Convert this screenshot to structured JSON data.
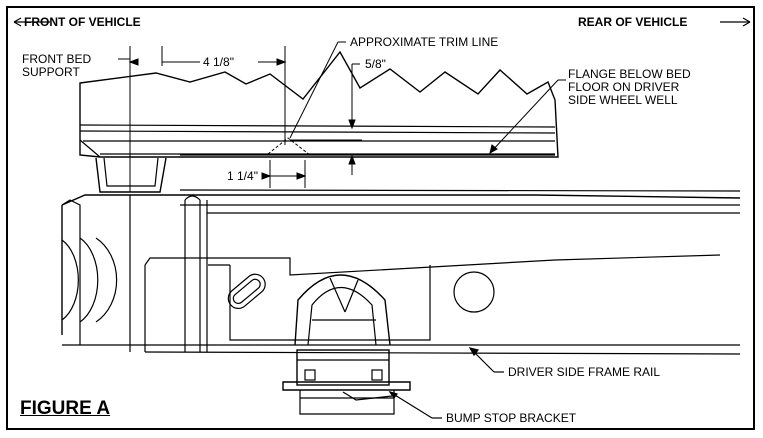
{
  "header": {
    "front": "FRONT OF VEHICLE",
    "rear": "REAR OF VEHICLE"
  },
  "labels": {
    "front_bed_support_line1": "FRONT BED",
    "front_bed_support_line2": "SUPPORT",
    "trim_line": "APPROXIMATE TRIM LINE",
    "dim_4_1_8": "4 1/8\"",
    "dim_5_8": "5/8\"",
    "dim_1_1_4": "1 1/4\"",
    "flange_line1": "FLANGE BELOW BED",
    "flange_line2": "FLOOR ON DRIVER",
    "flange_line3": "SIDE WHEEL WELL",
    "frame_rail": "DRIVER SIDE FRAME RAIL",
    "bump_stop": "BUMP STOP BRACKET"
  },
  "figure_title": "FIGURE A"
}
